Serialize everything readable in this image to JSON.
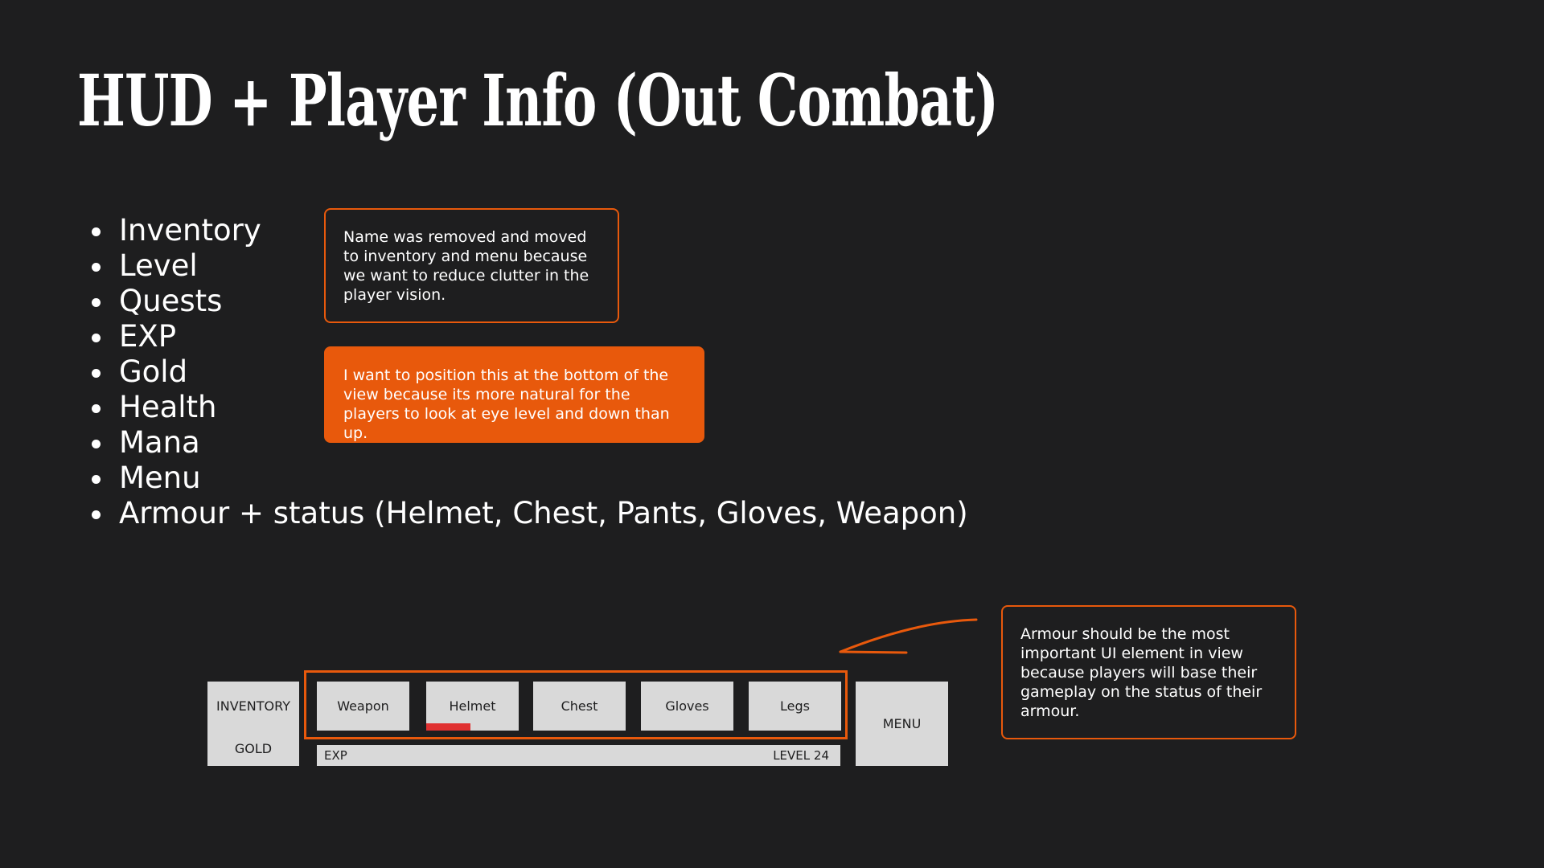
{
  "title": "HUD + Player Info (Out Combat)",
  "features": [
    "Inventory",
    "Level",
    "Quests",
    "EXP",
    "Gold",
    "Health",
    "Mana",
    "Menu",
    "Armour + status (Helmet, Chest, Pants, Gloves, Weapon)"
  ],
  "notes": {
    "name_removed": "Name was removed and moved to inventory and menu because we want to reduce clutter in the player vision.",
    "position_bottom": "I want to position this at the bottom of the view because its more natural for the players to look at eye level and down than up.",
    "armour_importance": "Armour should be the most important UI element in view because players will base their gameplay on the status of their armour."
  },
  "hud": {
    "inventory_label": "INVENTORY",
    "gold_label": "GOLD",
    "menu_label": "MENU",
    "exp_label": "EXP",
    "level_label": "LEVEL 24",
    "armour_slots": [
      {
        "label": "Weapon",
        "durability": null
      },
      {
        "label": "Helmet",
        "durability": 0.48
      },
      {
        "label": "Chest",
        "durability": null
      },
      {
        "label": "Gloves",
        "durability": null
      },
      {
        "label": "Legs",
        "durability": null
      }
    ]
  },
  "colors": {
    "background": "#1e1e1f",
    "accent": "#e8590c",
    "durability": "#e03131",
    "hud_box": "#d9d9d9"
  },
  "icons": {
    "annotation_arrow": "curved-arrow-icon"
  }
}
